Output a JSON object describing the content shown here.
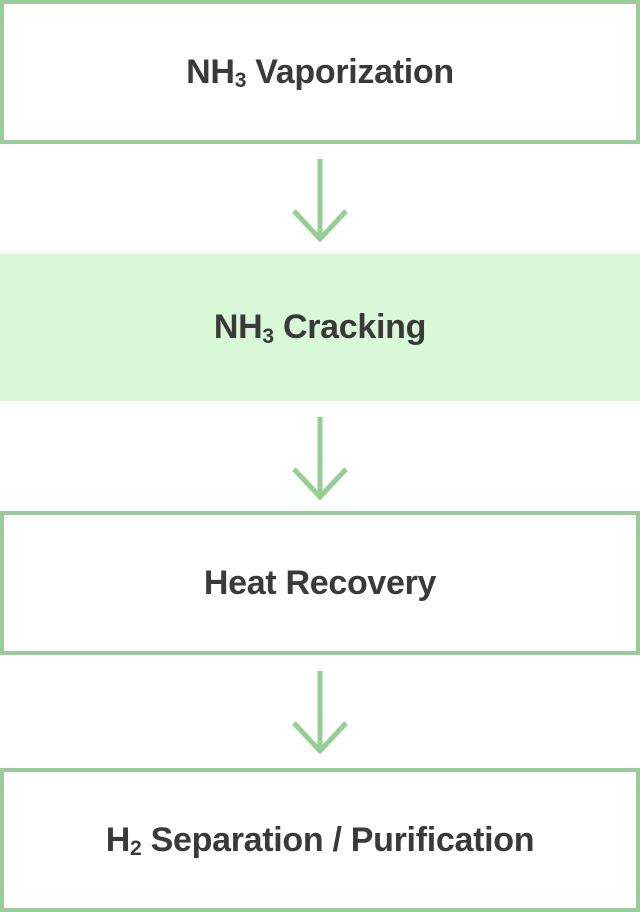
{
  "flowchart": {
    "steps": [
      {
        "formula": "NH",
        "sub": "3",
        "rest": " Vaporization",
        "variant": "outlined"
      },
      {
        "formula": "NH",
        "sub": "3",
        "rest": " Cracking",
        "variant": "highlighted"
      },
      {
        "formula": "",
        "sub": "",
        "rest": "Heat Recovery",
        "variant": "outlined"
      },
      {
        "formula": "H",
        "sub": "2",
        "rest": " Separation / Purification",
        "variant": "outlined"
      }
    ],
    "connectors": [
      {
        "icon": "arrow-down-icon"
      },
      {
        "icon": "arrow-down-icon"
      },
      {
        "icon": "arrow-down-icon"
      }
    ],
    "colors": {
      "border_green": "#9acb9a",
      "arrow_green": "#96ce96",
      "highlight_bg": "#d8f8d8",
      "text": "#3a3a3a"
    }
  }
}
